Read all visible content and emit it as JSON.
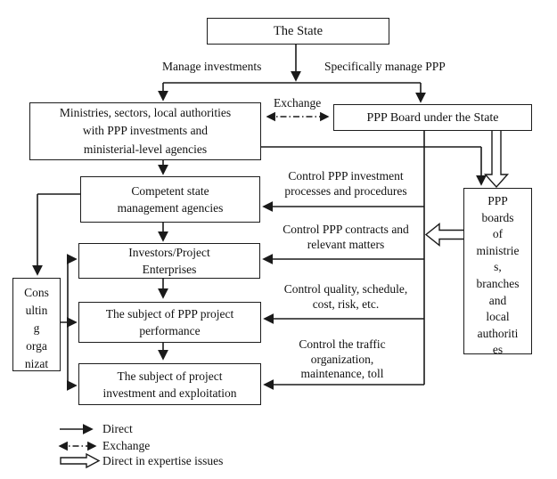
{
  "diagram": {
    "boxes": {
      "state": {
        "text": "The State"
      },
      "ministries": {
        "lines": [
          "Ministries, sectors, local authorities",
          "with PPP investments and",
          "ministerial-level agencies"
        ]
      },
      "ppp_board": {
        "text": "PPP Board under the State"
      },
      "competent": {
        "lines": [
          "Competent state",
          "management agencies"
        ]
      },
      "investors": {
        "lines": [
          "Investors/Project",
          "Enterprises"
        ]
      },
      "performance": {
        "lines": [
          "The subject of PPP project",
          "performance"
        ]
      },
      "exploitation": {
        "lines": [
          "The subject of project",
          "investment and exploitation"
        ]
      },
      "consulting": {
        "lines": [
          "Cons",
          "ultin",
          "g",
          "orga",
          "nizat"
        ]
      },
      "ppp_boards": {
        "lines": [
          "PPP",
          "boards",
          "of",
          "ministrie",
          "s,",
          "branches",
          "and",
          "local",
          "authoriti",
          "es"
        ]
      }
    },
    "edge_labels": {
      "manage_investments": "Manage investments",
      "specifically_manage_ppp": "Specifically manage PPP",
      "exchange": "Exchange",
      "ctrl_investment": {
        "lines": [
          "Control PPP investment",
          "processes and procedures"
        ]
      },
      "ctrl_contracts": {
        "lines": [
          "Control PPP contracts and",
          "relevant matters"
        ]
      },
      "ctrl_quality": {
        "lines": [
          "Control quality, schedule,",
          "cost, risk, etc."
        ]
      },
      "ctrl_traffic": {
        "lines": [
          "Control the traffic",
          "organization,",
          "maintenance, toll"
        ]
      }
    },
    "legend": {
      "direct": "Direct",
      "exchange": "Exchange",
      "expertise": "Direct in expertise issues"
    },
    "colors": {
      "line": "#1a1a1a",
      "text": "#111111",
      "background": "#ffffff"
    }
  }
}
